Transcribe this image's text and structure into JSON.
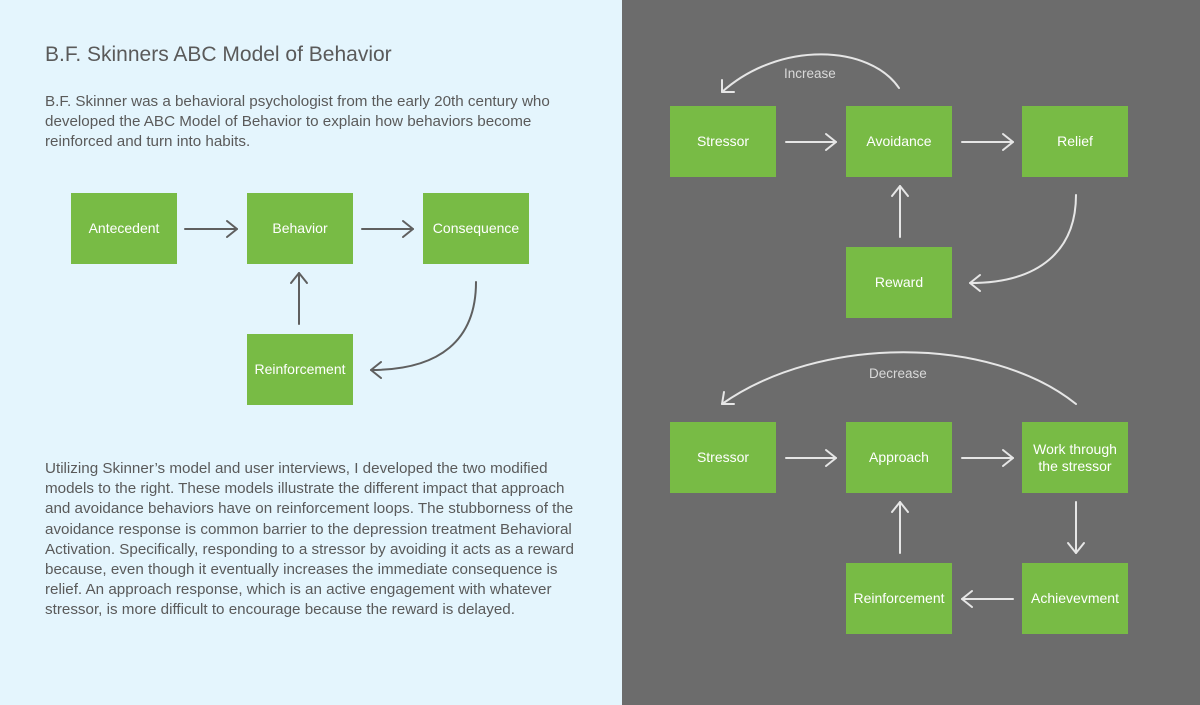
{
  "colors": {
    "left_background": "#e4f5fd",
    "right_background": "#6c6c6c",
    "box_fill": "#78bb45",
    "text": "#5a5a5a",
    "left_arrow": "#5f5f5f",
    "right_arrow": "#e6e6e6"
  },
  "page": {
    "title": "B.F. Skinners ABC Model of Behavior",
    "intro": "B.F. Skinner was a behavioral psychologist  from  the early 20th century who developed the ABC Model of Behavior to explain how behaviors become reinforced and turn into habits.",
    "body": "Utilizing Skinner’s model and user interviews, I developed the two modified models to the right. These models illustrate the different impact that approach and avoidance behaviors have on reinforcement loops. The stubborness of the avoidance response is common barrier to the depression treatment Behavioral Activation. Specifically, responding to a stressor by avoiding it acts as a reward because, even though it eventually increases the immediate consequence is relief. An approach response, which is an active engagement with whatever stressor, is more difficult to encourage because the reward is delayed."
  },
  "abc_model": {
    "antecedent": "Antecedent",
    "behavior": "Behavior",
    "consequence": "Consequence",
    "reinforcement": "Reinforcement"
  },
  "avoidance_model": {
    "stressor": "Stressor",
    "avoidance": "Avoidance",
    "relief": "Relief",
    "reward": "Reward",
    "loop_label": "Increase"
  },
  "approach_model": {
    "stressor": "Stressor",
    "approach": "Approach",
    "work_through_line1": "Work through",
    "work_through_line2": "the stressor",
    "achievement": "Achievevment",
    "reinforcement": "Reinforcement",
    "loop_label": "Decrease"
  }
}
